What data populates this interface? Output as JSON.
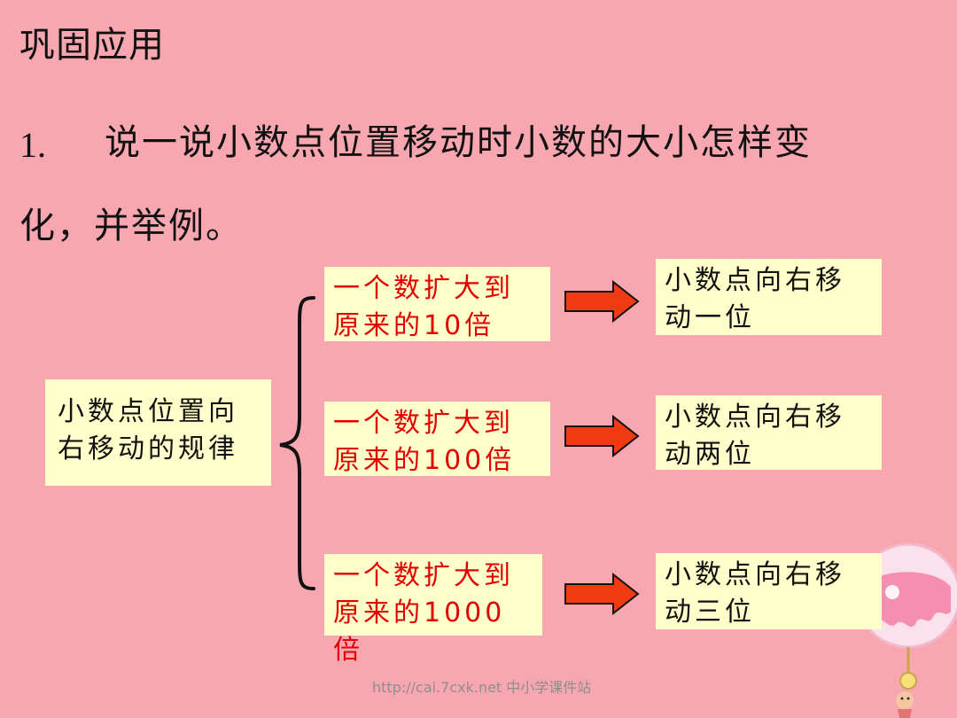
{
  "heading": "巩固应用",
  "question": {
    "number": "1.",
    "line1": "说一说小数点位置移动时小数的大小怎样变",
    "line2": "化，并举例。"
  },
  "rule": {
    "line1": "小数点位置向",
    "line2": "右移动的规律"
  },
  "rows": [
    {
      "cond_line1": "一个数扩大到",
      "cond_line2": "原来的10倍",
      "result_line1": "小数点向右移",
      "result_line2": "动一位"
    },
    {
      "cond_line1": "一个数扩大到",
      "cond_line2": "原来的100倍",
      "result_line1": "小数点向右移",
      "result_line2": "动两位"
    },
    {
      "cond_line1": "一个数扩大到",
      "cond_line2": "原来的1000倍",
      "result_line1": "小数点向右移",
      "result_line2": "动三位"
    }
  ],
  "footer": "http://cai.7cxk.net 中小学课件站",
  "colors": {
    "background": "#F8A7B0",
    "box": "#FFFFCC",
    "condition_text": "#E00000",
    "arrow": "#F03A12"
  }
}
